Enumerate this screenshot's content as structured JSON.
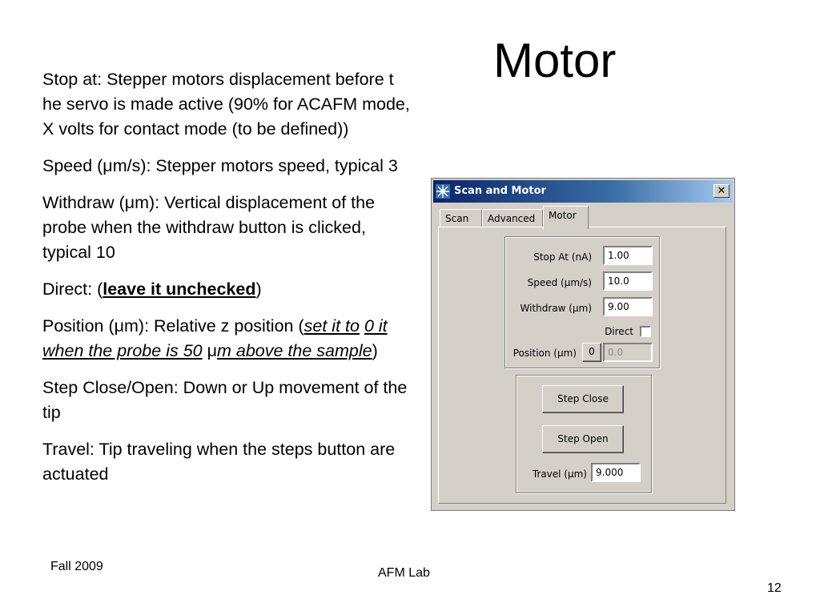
{
  "slide": {
    "title": "Motor",
    "stop_at": "Stop at: Stepper motors displacement before t he servo is made active (90% for ACAFM mode, X volts for contact mode (to be defined))",
    "speed": "Speed (μm/s): Stepper motors speed, typical 3",
    "withdraw": "Withdraw (μm): Vertical displacement of the probe when the withdraw button is clicked, typical 10",
    "direct_prefix": "Direct: (",
    "direct_emph": "leave it unchecked",
    "direct_suffix": ")",
    "position_prefix": "Position (μm): Relative z position (",
    "position_emph1": "set it to",
    "position_emph2": "0 it when the probe is 50",
    "position_mu": "μ",
    "position_emph3": "m above the sample",
    "position_suffix": ")",
    "step": "Step Close/Open:  Down or Up movement of the tip",
    "travel": "Travel: Tip traveling when the steps button are actuated",
    "footer_left": "Fall 2009",
    "footer_center": "AFM Lab",
    "page_number": "12"
  },
  "dialog": {
    "title": "Scan and Motor",
    "close": "✕",
    "icon": "scan-motor-app-icon",
    "tabs": [
      {
        "label": "Scan",
        "active": false
      },
      {
        "label": "Advanced",
        "active": false
      },
      {
        "label": "Motor",
        "active": true
      }
    ],
    "stop_at_label": "Stop At (nA)",
    "stop_at_value": "1.00",
    "speed_label": "Speed (μm/s)",
    "speed_value": "10.0",
    "withdraw_label": "Withdraw (μm)",
    "withdraw_value": "9.00",
    "direct_label": "Direct",
    "direct_checked": false,
    "position_label": "Position (μm)",
    "position_zero_button": "0",
    "position_value": "0.0",
    "step_close": "Step Close",
    "step_open": "Step Open",
    "travel_label": "Travel (μm)",
    "travel_value": "9.000"
  }
}
